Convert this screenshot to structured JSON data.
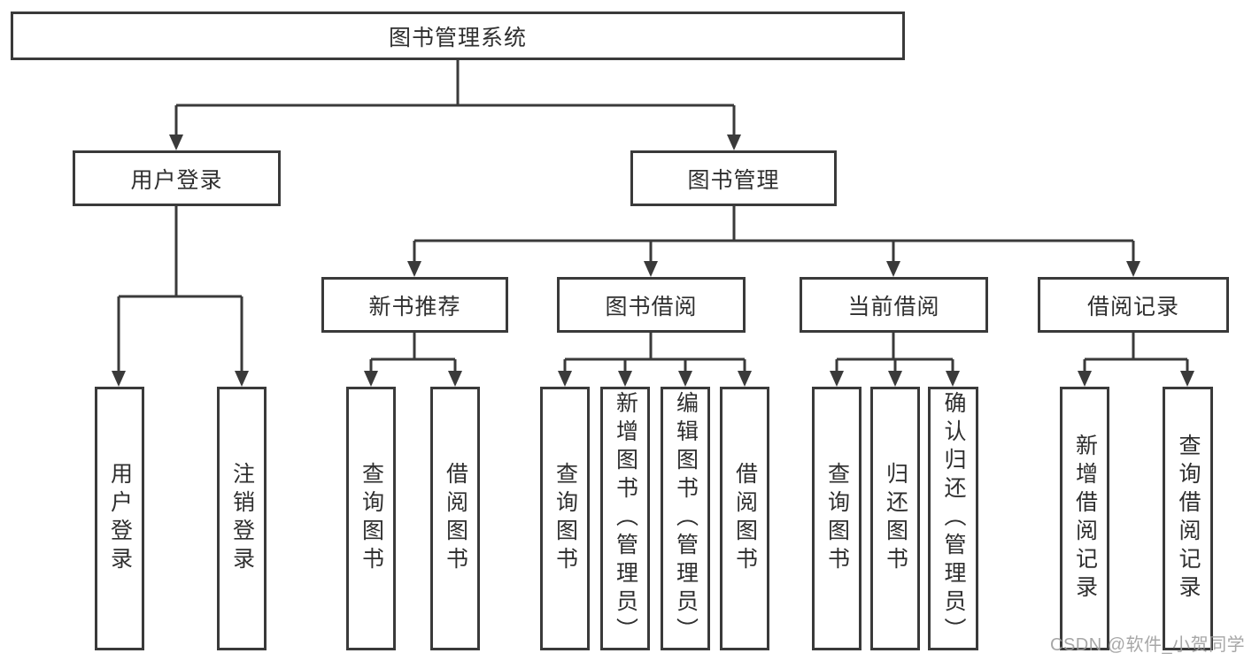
{
  "diagram": {
    "root": {
      "label": "图书管理系统"
    },
    "level2": [
      {
        "id": "user-login",
        "label": "用户登录"
      },
      {
        "id": "book-management",
        "label": "图书管理"
      }
    ],
    "level3": [
      {
        "id": "new-book-recommend",
        "label": "新书推荐"
      },
      {
        "id": "book-borrow",
        "label": "图书借阅"
      },
      {
        "id": "current-borrow",
        "label": "当前借阅"
      },
      {
        "id": "borrow-records",
        "label": "借阅记录"
      }
    ],
    "leaves": [
      {
        "group": "user-login",
        "label": "用户登录"
      },
      {
        "group": "user-login",
        "label": "注销登录"
      },
      {
        "group": "new-book-recommend",
        "label": "查询图书"
      },
      {
        "group": "new-book-recommend",
        "label": "借阅图书"
      },
      {
        "group": "book-borrow",
        "label": "查询图书"
      },
      {
        "group": "book-borrow",
        "label": "新增图书（管理员）"
      },
      {
        "group": "book-borrow",
        "label": "编辑图书（管理员）"
      },
      {
        "group": "book-borrow",
        "label": "借阅图书"
      },
      {
        "group": "current-borrow",
        "label": "查询图书"
      },
      {
        "group": "current-borrow",
        "label": "归还图书"
      },
      {
        "group": "current-borrow",
        "label": "确认归还（管理员）"
      },
      {
        "group": "borrow-records",
        "label": "新增借阅记录"
      },
      {
        "group": "borrow-records",
        "label": "查询借阅记录"
      }
    ]
  },
  "watermark": {
    "text": "CSDN @软件_小贺同学"
  },
  "colors": {
    "line": "#3a3a3a",
    "text": "#2f2f2f",
    "background": "#ffffff",
    "watermark": "#9b9b9b"
  }
}
